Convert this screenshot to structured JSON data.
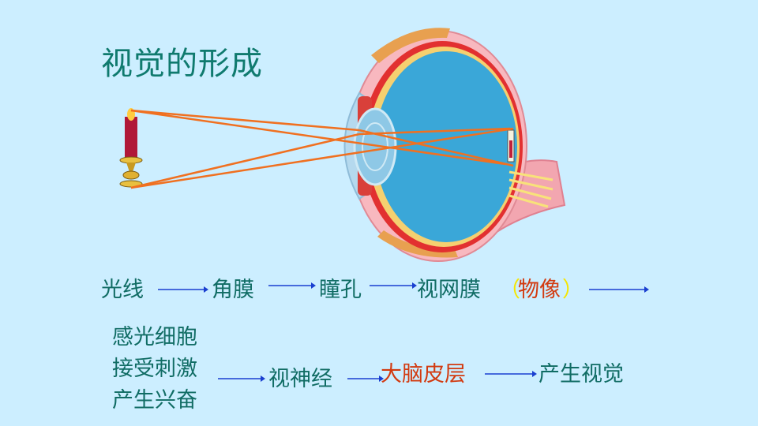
{
  "slide": {
    "title": "视觉的形成"
  },
  "flow_row1": {
    "step1": "光线",
    "step2": "角膜",
    "step3": "瞳孔",
    "step4": "视网膜",
    "paren_open": "（",
    "step4_note": "物像",
    "paren_close": "）"
  },
  "flow_row2": {
    "receptor_lines": [
      "感光细胞",
      "接受刺激",
      "产生兴奋"
    ],
    "step_nerve": "视神经",
    "step_brain": "大脑皮层",
    "step_result": "产生视觉"
  },
  "colors": {
    "background": "#cceeff",
    "title_text": "#0f7a6e",
    "flow_text": "#106c64",
    "highlight_text": "#d23a10",
    "paren": "#f5e600",
    "arrow": "#1a3fd0",
    "light_ray": "#f07020"
  }
}
